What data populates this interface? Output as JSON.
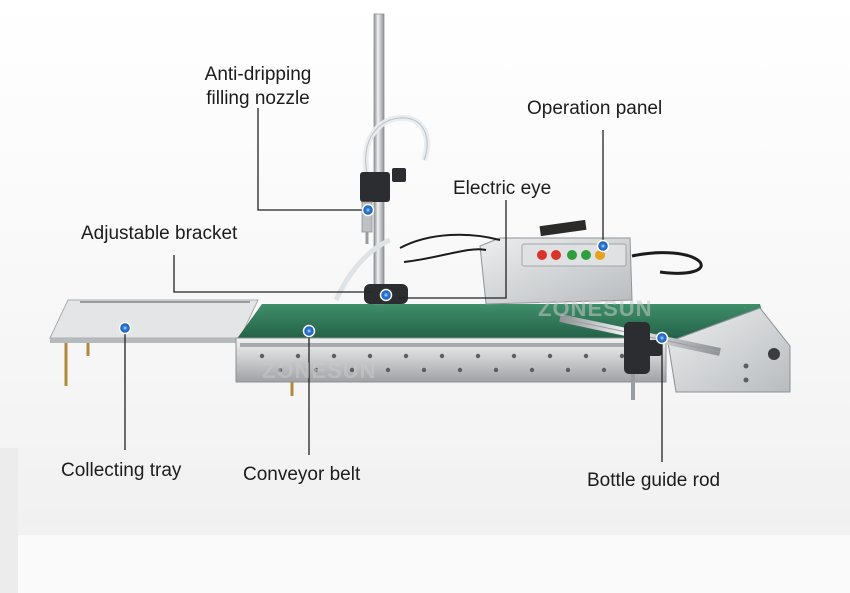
{
  "labels": {
    "nozzle_line1": "Anti-dripping",
    "nozzle_line2": "filling nozzle",
    "operation_panel": "Operation panel",
    "electric_eye": "Electric eye",
    "adjustable_bracket": "Adjustable bracket",
    "collecting_tray": "Collecting tray",
    "conveyor_belt": "Conveyor belt",
    "bottle_guide_rod": "Bottle guide rod"
  },
  "watermark": "ZONESUN",
  "colors": {
    "belt": "#2e7d5b",
    "steel": "#d2d4d6",
    "leader_line": "#222222",
    "marker": "#1f6fd1",
    "panel_buttons": [
      "#d9342b",
      "#d9342b",
      "#2f9e3e",
      "#2f9e3e",
      "#e5a21d"
    ]
  }
}
